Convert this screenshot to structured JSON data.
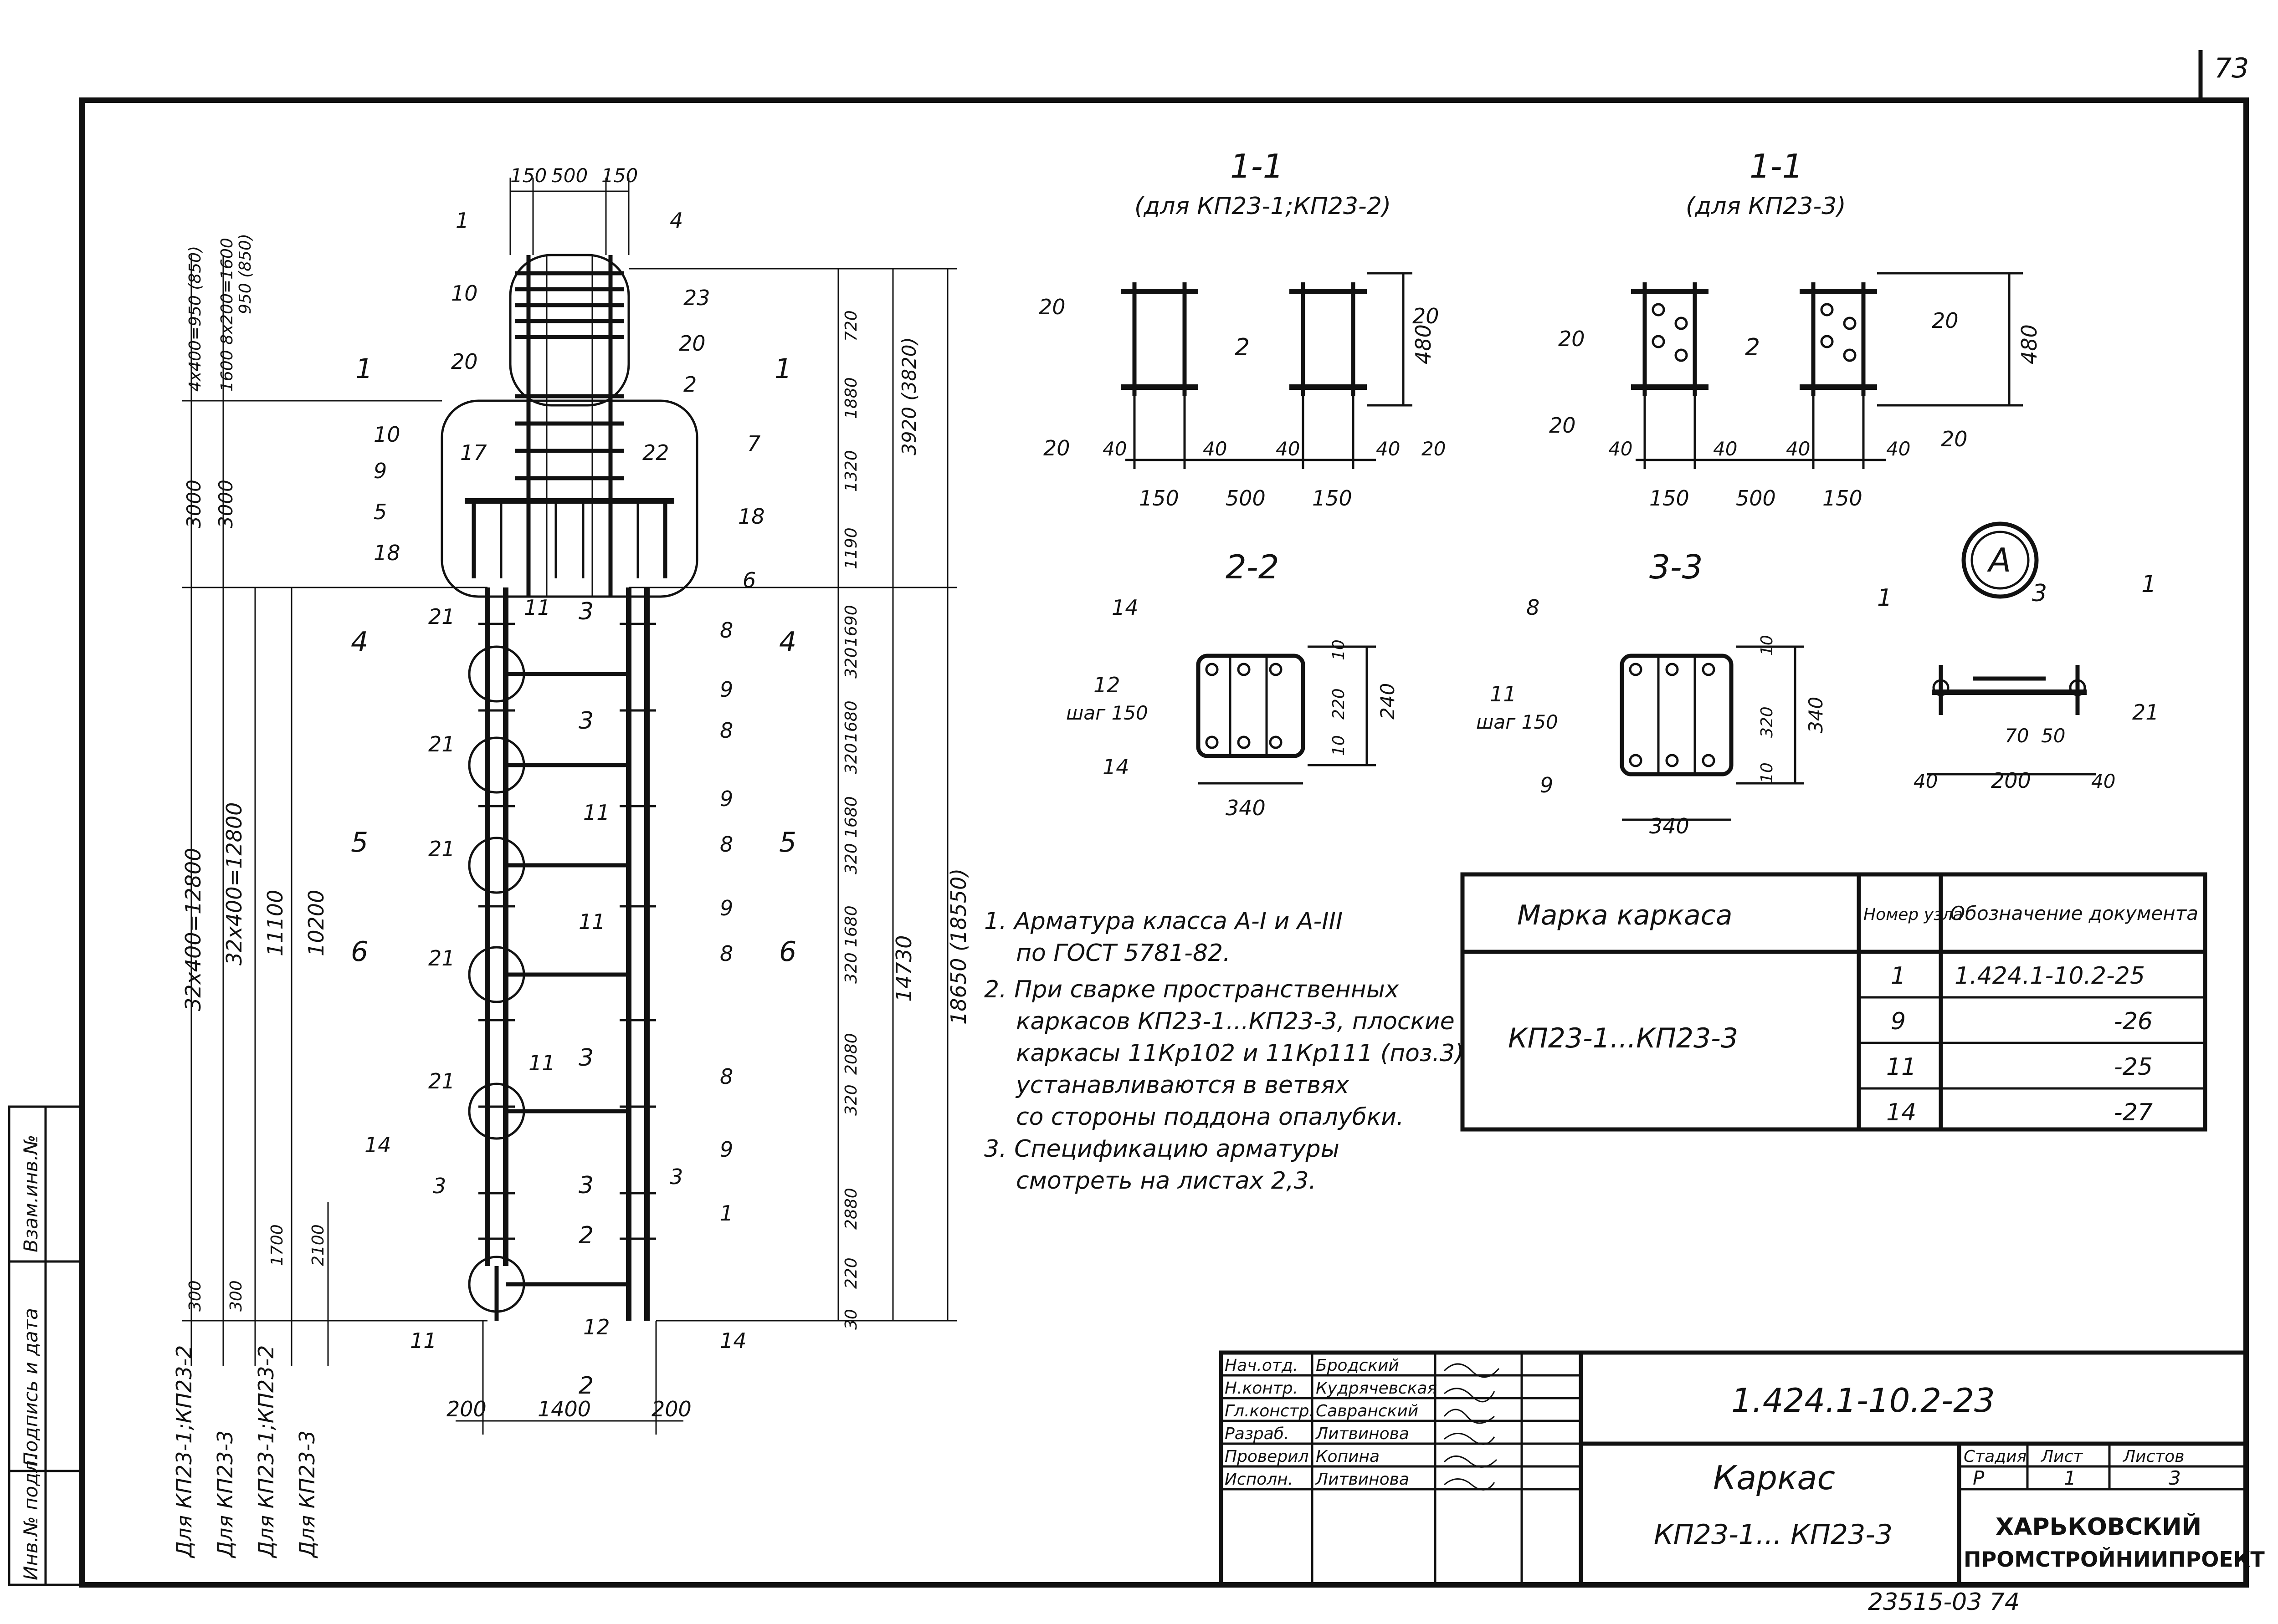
{
  "page_number": "73",
  "section_1_1_a": {
    "title": "1-1",
    "subtitle": "(для КП23-1;КП23-2)"
  },
  "section_1_1_b": {
    "title": "1-1",
    "subtitle": "(для КП23-3)"
  },
  "section_2_2": {
    "title": "2-2"
  },
  "section_3_3": {
    "title": "3-3"
  },
  "node_a": {
    "label": "А"
  },
  "notes": [
    "1. Арматура класса А-I и А-III",
    "по ГОСТ 5781-82.",
    "2. При сварке пространственных",
    "каркасов КП23-1...КП23-3, плоские",
    "каркасы 11Кр102 и 11Кр111 (поз.3)",
    "устанавливаются в ветвях",
    "со стороны поддона опалубки.",
    "3. Спецификацию арматуры",
    "смотреть на листах 2,3."
  ],
  "ref_table": {
    "headers": [
      "Марка каркаса",
      "Номер узла",
      "Обозначение документа"
    ],
    "mark": "КП23-1...КП23-3",
    "rows": [
      {
        "node": "1",
        "doc": "1.424.1-10.2-25"
      },
      {
        "node": "9",
        "doc": "-26"
      },
      {
        "node": "11",
        "doc": "-25"
      },
      {
        "node": "14",
        "doc": "-27"
      }
    ]
  },
  "title_block": {
    "people": [
      {
        "role": "Нач.отд.",
        "name": "Бродский"
      },
      {
        "role": "Н.контр.",
        "name": "Кудрячевская"
      },
      {
        "role": "Гл.констр.",
        "name": "Савранский"
      },
      {
        "role": "Разраб.",
        "name": "Литвинова"
      },
      {
        "role": "Проверил",
        "name": "Копина"
      },
      {
        "role": "Исполн.",
        "name": "Литвинова"
      }
    ],
    "designation": "1.424.1-10.2-23",
    "name_line1": "Каркас",
    "name_line2": "КП23-1... КП23-3",
    "stage_header": "Стадия",
    "sheet_header": "Лист",
    "sheets_header": "Листов",
    "stage": "Р",
    "sheet": "1",
    "sheets": "3",
    "org_line1": "ХАРЬКОВСКИЙ",
    "org_line2": "ПРОМСТРОЙНИИПРОЕКТ"
  },
  "stamp": "23515-03 74",
  "left_strip": [
    "Инв.№ подл.",
    "Подпись и дата",
    "Взам.инв.№"
  ],
  "row_labels": [
    "Для КП23-1;КП23-2",
    "Для КП23-3",
    "Для КП23-1;КП23-2",
    "Для КП23-3"
  ],
  "dims": {
    "top_widths": [
      "150",
      "500",
      "150"
    ],
    "bottom_widths": [
      "200",
      "1400",
      "200"
    ],
    "right_col_1": [
      "720",
      "1880",
      "1320",
      "1190",
      "1690",
      "320",
      "1680",
      "320",
      "1680",
      "320",
      "1680",
      "320",
      "2080",
      "320",
      "2880",
      "220",
      "30"
    ],
    "right_totals": [
      "3920 (3820)",
      "18650 (18550)",
      "14730"
    ],
    "left_col": [
      "4x400=950 (850)",
      "1600 8x200=1600",
      "950 (850)",
      "3000",
      "3000",
      "32x400=12800",
      "32x400=12800",
      "11100",
      "10200",
      "1700",
      "2100",
      "300",
      "300"
    ],
    "sec_a": [
      "20",
      "2",
      "20",
      "20",
      "40",
      "40",
      "40",
      "40",
      "20",
      "150",
      "500",
      "150",
      "480"
    ],
    "sec_b": [
      "20",
      "2",
      "20",
      "20",
      "20",
      "40",
      "40",
      "40",
      "40",
      "150",
      "500",
      "150",
      "480"
    ],
    "s22": [
      "14",
      "12",
      "шаг 150",
      "14",
      "10",
      "220",
      "10",
      "240",
      "340"
    ],
    "s33": [
      "8",
      "11",
      "шаг 150",
      "9",
      "10",
      "320",
      "10",
      "340",
      "340"
    ],
    "nodeA": [
      "1",
      "3",
      "1",
      "21",
      "70",
      "50",
      "40",
      "200",
      "40"
    ]
  },
  "elev_labels": {
    "top": [
      "1",
      "4",
      "10",
      "23",
      "20",
      "20",
      "2",
      "10",
      "9",
      "17",
      "22",
      "7",
      "5",
      "18",
      "18",
      "6"
    ],
    "cuts": [
      "1",
      "1",
      "4",
      "4",
      "5",
      "5",
      "6",
      "6",
      "3",
      "3",
      "3",
      "3",
      "2",
      "2"
    ],
    "body": [
      "21",
      "11",
      "8",
      "9",
      "21",
      "8",
      "11",
      "9",
      "21",
      "8",
      "9",
      "11",
      "21",
      "8",
      "21",
      "11",
      "8",
      "14",
      "9",
      "3",
      "3",
      "1",
      "11",
      "12",
      "14"
    ]
  }
}
